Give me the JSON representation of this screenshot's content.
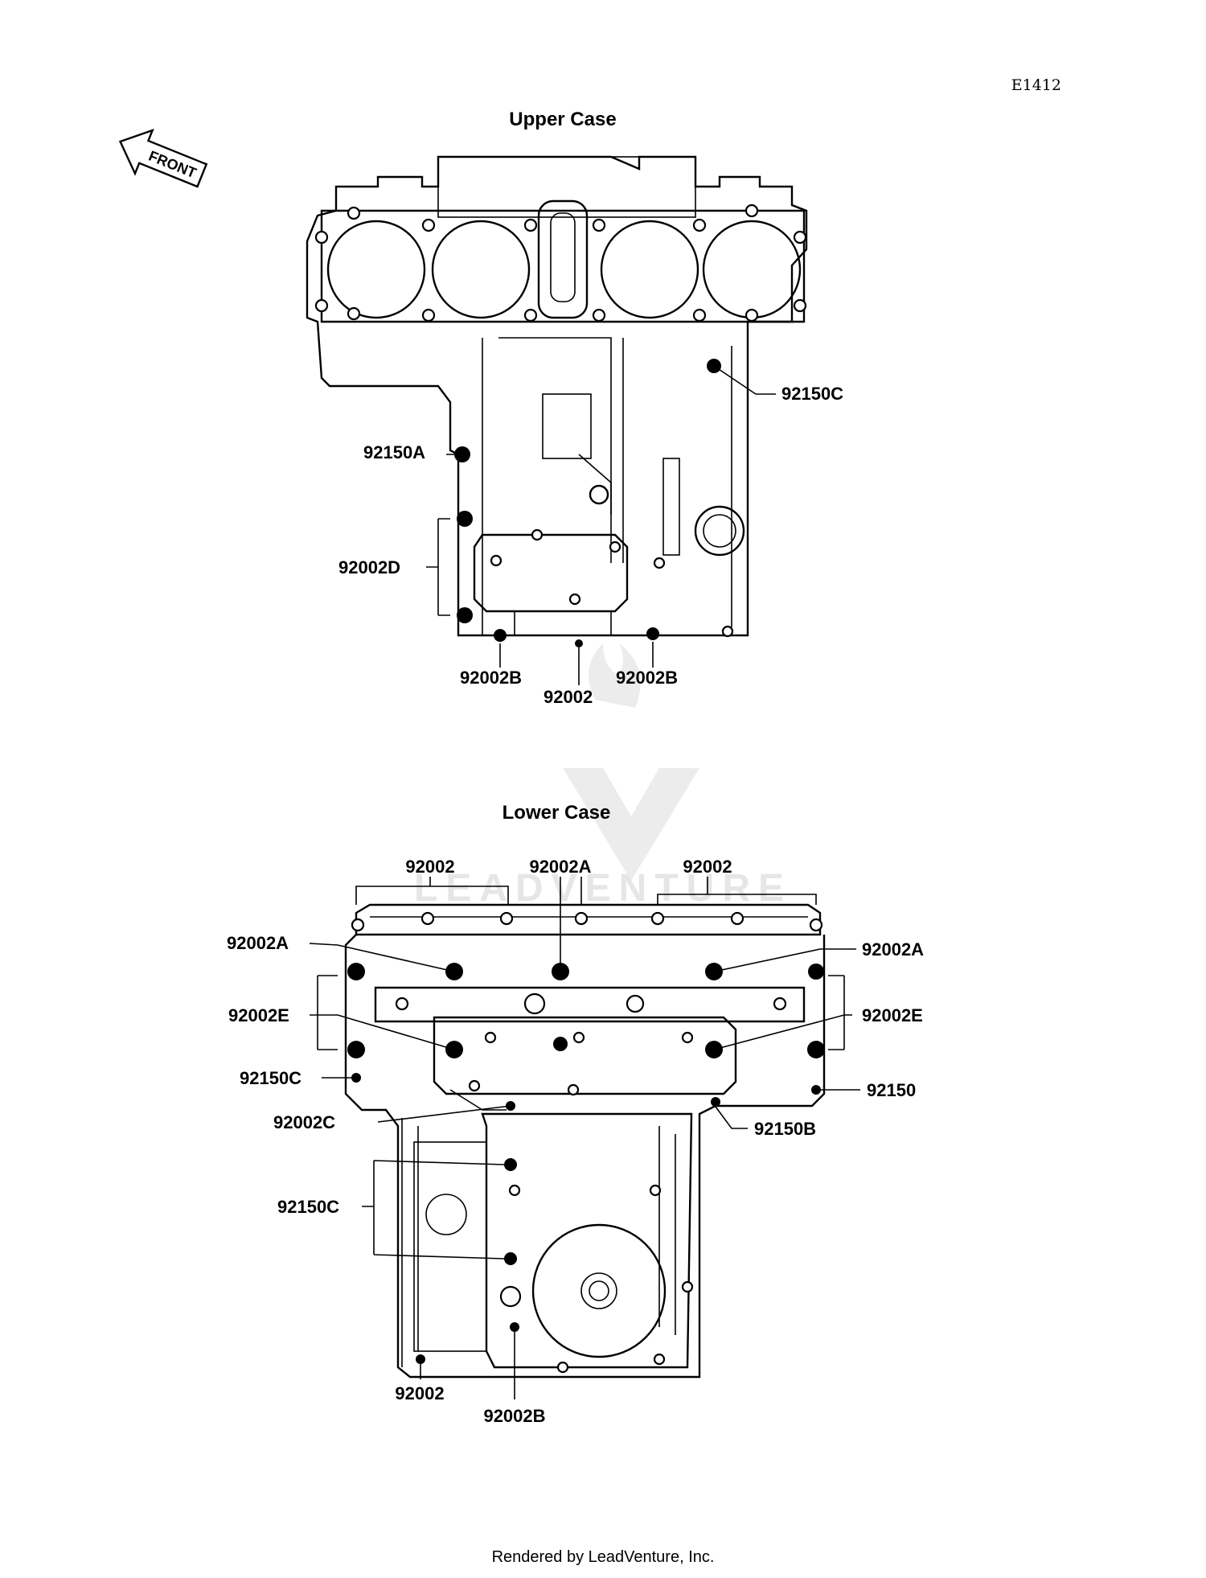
{
  "diagram_ref": "E1412",
  "front_arrow_label": "FRONT",
  "sections": {
    "upper": {
      "title": "Upper Case"
    },
    "lower": {
      "title": "Lower Case"
    }
  },
  "upper_labels": [
    {
      "id": "92150C",
      "text": "92150C"
    },
    {
      "id": "92150A",
      "text": "92150A"
    },
    {
      "id": "92002D",
      "text": "92002D"
    },
    {
      "id": "92002B-left",
      "text": "92002B"
    },
    {
      "id": "92002B-right",
      "text": "92002B"
    },
    {
      "id": "92002",
      "text": "92002"
    }
  ],
  "lower_labels": [
    {
      "id": "92002-top-left",
      "text": "92002"
    },
    {
      "id": "92002A-top",
      "text": "92002A"
    },
    {
      "id": "92002-top-right",
      "text": "92002"
    },
    {
      "id": "92002A-left",
      "text": "92002A"
    },
    {
      "id": "92002A-right",
      "text": "92002A"
    },
    {
      "id": "92002E-left",
      "text": "92002E"
    },
    {
      "id": "92002E-right",
      "text": "92002E"
    },
    {
      "id": "92150C-left",
      "text": "92150C"
    },
    {
      "id": "92150",
      "text": "92150"
    },
    {
      "id": "92002C",
      "text": "92002C"
    },
    {
      "id": "92150B",
      "text": "92150B"
    },
    {
      "id": "92150C-mid",
      "text": "92150C"
    },
    {
      "id": "92002-bottom",
      "text": "92002"
    },
    {
      "id": "92002B-bottom",
      "text": "92002B"
    }
  ],
  "watermark_text": "LEADVENTURE",
  "footer": "Rendered by LeadVenture, Inc."
}
